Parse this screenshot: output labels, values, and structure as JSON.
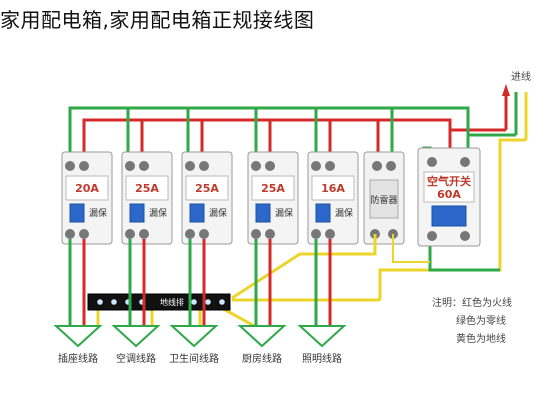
{
  "title": "家用配电箱,家用配电箱正规接线图",
  "incoming_label": "进线",
  "breakers": [
    {
      "rating": "20A",
      "type": "漏保",
      "circuit": "插座线路"
    },
    {
      "rating": "25A",
      "type": "漏保",
      "circuit": "空调线路"
    },
    {
      "rating": "25A",
      "type": "漏保",
      "circuit": "卫生间线路"
    },
    {
      "rating": "25A",
      "type": "漏保",
      "circuit": "厨房线路"
    },
    {
      "rating": "16A",
      "type": "漏保",
      "circuit": "照明线路"
    }
  ],
  "main_switch": {
    "label": "空气开关",
    "rating": "60A"
  },
  "lightning_protector": {
    "label": "防雷器"
  },
  "ground_bar": {
    "label": "地线排"
  },
  "legend": {
    "heading": "注明：红色为火线",
    "neutral": "绿色为零线",
    "earth": "黄色为地线"
  },
  "colors": {
    "live": "#d42a2a",
    "neutral": "#2fa84a",
    "earth": "#ecd52a",
    "title_text": "#111111"
  }
}
